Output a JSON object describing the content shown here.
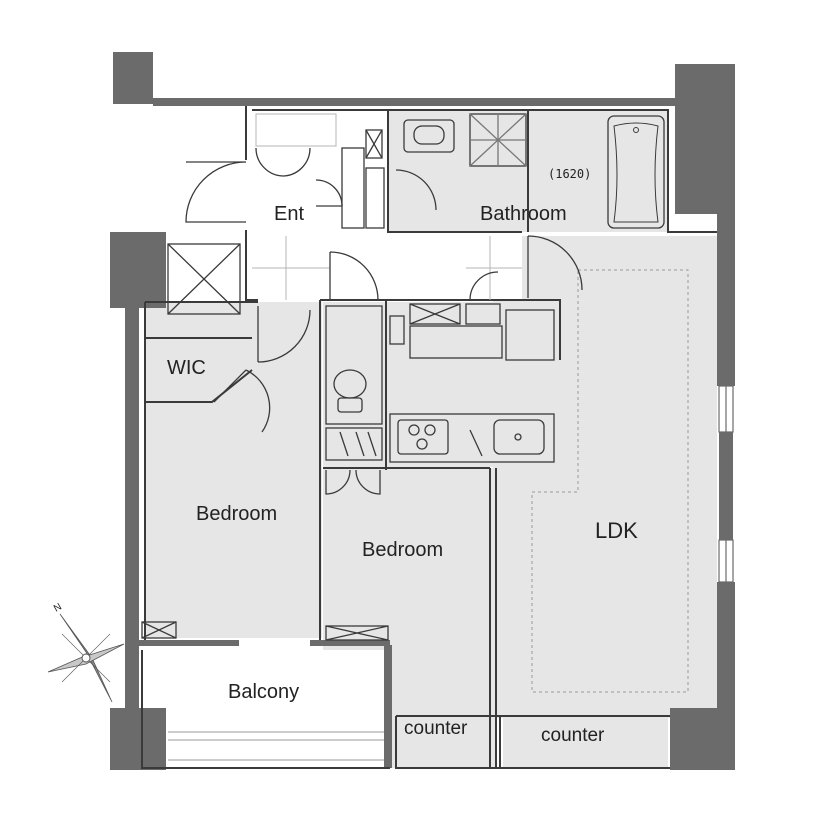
{
  "rooms": {
    "entrance": "Ent",
    "bathroom": "Bathroom",
    "bath_size": "(1620)",
    "wic": "WIC",
    "bedroom_left": "Bedroom",
    "bedroom_center": "Bedroom",
    "ldk": "LDK",
    "balcony": "Balcony",
    "counter_left": "counter",
    "counter_right": "counter"
  },
  "compass": {
    "north_label": "N"
  },
  "colors": {
    "wall": "#6b6b6b",
    "floor": "#e6e6e6",
    "line": "#3a3a3a",
    "light_line": "#9a9a9a"
  }
}
